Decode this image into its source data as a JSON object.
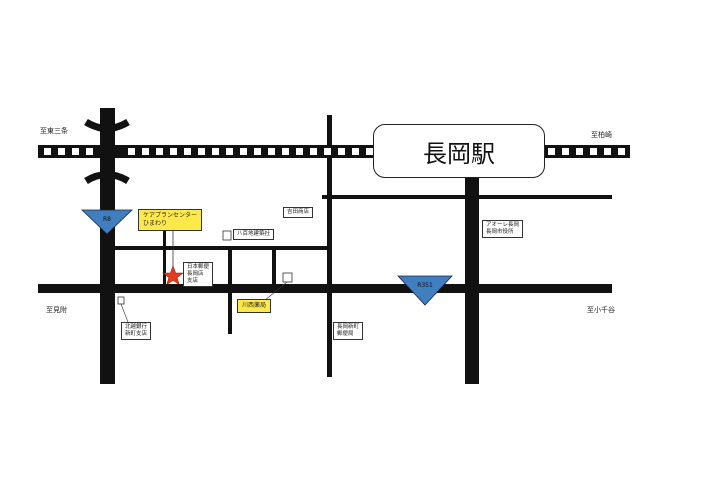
{
  "station": {
    "name": "長岡駅"
  },
  "directions": {
    "nw": "至東三条",
    "ne": "至柏崎",
    "west": "至見附",
    "east": "至小千谷"
  },
  "routes": {
    "r8": "R8",
    "r351": "R351"
  },
  "destination": {
    "label_line1": "ケアプランセンター",
    "label_line2": "ひまわり"
  },
  "landmarks": {
    "yellow_east": "川西薬局",
    "school": "八百地建築社",
    "restaurant": "吉田商店",
    "aeon": [
      "アオーレ長岡",
      "長岡市役所"
    ],
    "small_near": [
      "日本郵便",
      "長岡店",
      "支店"
    ],
    "bank": [
      "北越銀行",
      "新町支店"
    ],
    "post_office": [
      "長岡新町",
      "郵便局"
    ]
  },
  "colors": {
    "road": "#111111",
    "route_marker": "#3f7fbf",
    "destination_star": "#e83a1f",
    "highlight_box": "#ffe94a"
  }
}
